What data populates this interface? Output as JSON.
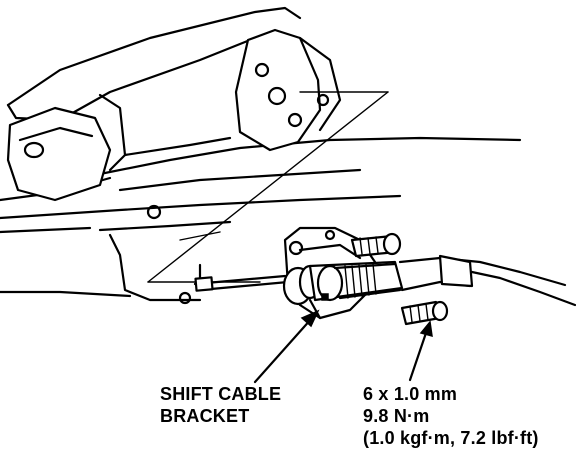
{
  "labels": {
    "bracket": {
      "line1": "SHIFT CABLE",
      "line2": "BRACKET"
    },
    "bolt": {
      "size": "6 x 1.0 mm",
      "torque_nm": "9.8 N·m",
      "torque_alt": "(1.0 kgf·m, 7.2 lbf·ft)"
    }
  }
}
